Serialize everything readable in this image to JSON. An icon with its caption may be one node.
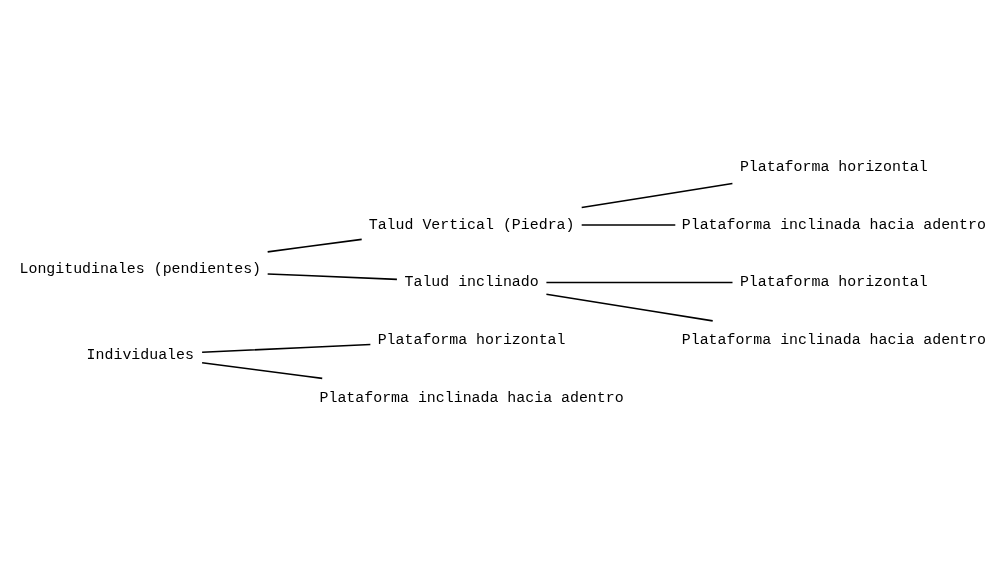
{
  "diagram": {
    "nodes": [
      {
        "text": [
          "Individuales"
        ]
      },
      {
        "text": [
          "Plataforma horizontal"
        ]
      },
      {
        "text": [
          "Plataforma inclinada hacia adentro"
        ]
      },
      {
        "text": [
          "Longitudinales (pendientes)"
        ]
      },
      {
        "text": [
          "Talud Vertical (Piedra)"
        ]
      },
      {
        "text": [
          "Plataforma horizontal"
        ]
      },
      {
        "text": [
          "Plataforma inclinada hacia adentro"
        ]
      },
      {
        "text": [
          "Talud inclinado"
        ]
      },
      {
        "text": [
          "Plataforma horizontal"
        ]
      },
      {
        "text": [
          "Plataforma inclinada hacia adentro"
        ]
      }
    ],
    "edges": [
      {
        "from": 0,
        "to": 1,
        "arrow": "none"
      },
      {
        "from": 0,
        "to": 2,
        "arrow": "none"
      },
      {
        "from": 3,
        "to": 4,
        "arrow": "none"
      },
      {
        "from": 3,
        "to": 7,
        "arrow": "none"
      },
      {
        "from": 4,
        "to": 5,
        "arrow": "none"
      },
      {
        "from": 4,
        "to": 6,
        "arrow": "none"
      },
      {
        "from": 7,
        "to": 8,
        "arrow": "none"
      },
      {
        "from": 7,
        "to": 9,
        "arrow": "none"
      }
    ]
  }
}
